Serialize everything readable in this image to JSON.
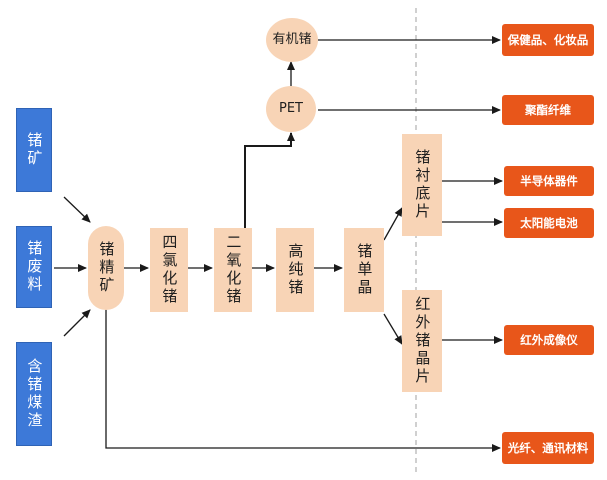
{
  "sources": {
    "ore": "锗矿",
    "scrap": "锗废料",
    "coal_slag": "含锗煤渣"
  },
  "process": {
    "concentrate": "锗精矿",
    "tetrachloride": "四氯化锗",
    "dioxide": "二氧化锗",
    "high_purity": "高纯锗",
    "single_crystal": "锗单晶",
    "substrate": "锗衬底片",
    "ir_wafer": "红外锗晶片",
    "pet": "PET",
    "organic": "有机锗"
  },
  "applications": {
    "cosmetics": "保健品、化妆品",
    "polyester": "聚酯纤维",
    "semiconductor": "半导体器件",
    "solar": "太阳能电池",
    "infrared_imager": "红外成像仪",
    "fiber": "光纤、通讯材料"
  },
  "colors": {
    "source": "#3d79d8",
    "process": "#f8d4b6",
    "application": "#e8561a",
    "arrow": "#1a1a1a",
    "divider": "#b0b0b0"
  }
}
